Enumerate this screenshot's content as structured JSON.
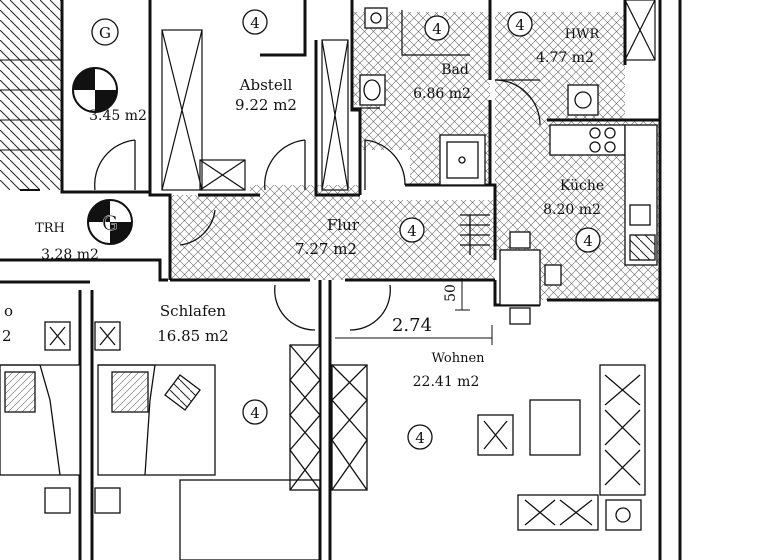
{
  "rooms": {
    "abstell": {
      "name": "Abstell",
      "area": "9.22 m2"
    },
    "bad": {
      "name": "Bad",
      "area": "6.86 m2"
    },
    "hwr": {
      "name": "HWR",
      "area": "4.77 m2"
    },
    "kueche": {
      "name": "Küche",
      "area": "8.20 m2"
    },
    "flur": {
      "name": "Flur",
      "area": "7.27 m2"
    },
    "trh": {
      "name": "TRH",
      "area": "3.28 m2"
    },
    "schlafen": {
      "name": "Schlafen",
      "area": "16.85 m2"
    },
    "wohnen": {
      "name": "Wohnen",
      "area": "22.41 m2"
    },
    "stair_room": {
      "area": "3.45 m2"
    },
    "left_room": {
      "name": "o",
      "area": "2"
    }
  },
  "dimensions": {
    "step_height": "50",
    "width_label": "2.74"
  },
  "markers": {
    "g_symbol": "G",
    "floor_symbol": "4"
  },
  "colors": {
    "line": "#111111",
    "hatch": "#555555",
    "paper": "#ffffff"
  }
}
